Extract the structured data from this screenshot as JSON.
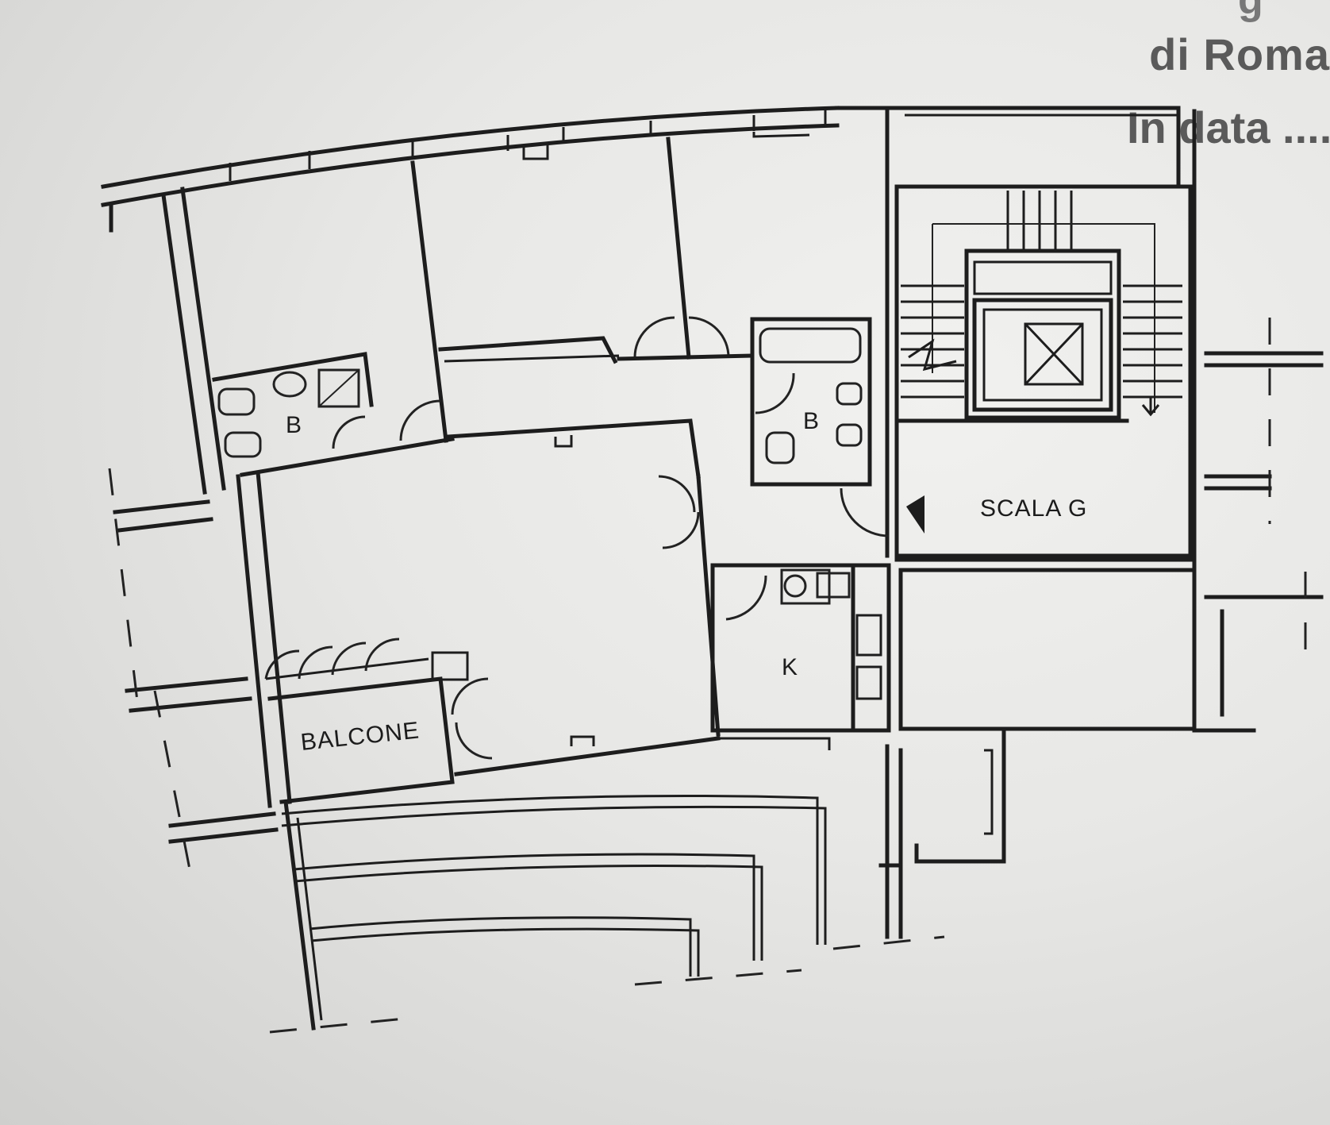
{
  "header": {
    "city_line": "di Roma",
    "date_line": "In data ....",
    "top_fragment": "g"
  },
  "rooms": {
    "bath_left": "B",
    "bath_right": "B",
    "stair": "SCALA  G",
    "kitchen": "K",
    "balcony": "BALCONE"
  },
  "colors": {
    "paper": "#ecece9",
    "ink": "#1d1d1d",
    "header_ink": "#5a5a5a"
  },
  "icons": {
    "elevator": "elevator-cross-icon",
    "stair_arrow": "stair-direction-arrow-icon",
    "entrance": "entrance-triangle-icon"
  }
}
